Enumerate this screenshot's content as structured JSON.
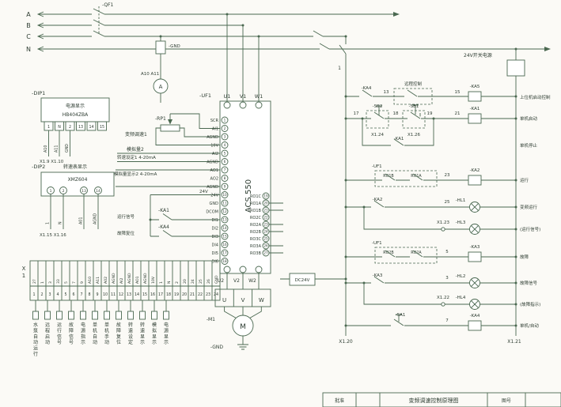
{
  "colors": {
    "ink": "#4a6850",
    "text": "#2f3e33",
    "bg": "#fbfaf6"
  },
  "labels": {
    "bus_a": "A",
    "bus_b": "B",
    "bus_c": "C",
    "bus_n": "N",
    "qf1": "-QF1",
    "ct_gnd": "-GND",
    "amm_ref": "A10 A11",
    "amm_sym": "A",
    "dip1_name": "-DIP1",
    "dip1_caption": "电源显示",
    "dip1_model": "HB404ZBA",
    "dip1_xref": "X1.9 X1.10",
    "dip2_name": "-DIP2",
    "dip2_caption": "转速表显示",
    "dip2_model": "XMZ604",
    "dip2_xref": "X1.15 X1.16",
    "rp1": "-RP1",
    "cap_freq": "变频调速1",
    "cap_analog2": "模拟量2",
    "cap_speedset": "转速设定1 4-20mA",
    "cap_analogdisp": "模拟量显示2 4-20mA",
    "cap_24v": "24V",
    "ka1": "-KA1",
    "ka4": "-KA4",
    "cap_di1": "运行信号",
    "cap_di3": "故障复位",
    "uf1": "-UF1",
    "acs": "ACS 550",
    "m1": "-M1",
    "motor_m": "M",
    "motor_gnd": "-GND",
    "wire1": "1",
    "x120": "X1.20",
    "x121": "X1.21",
    "psu": "24V开关电源",
    "dc24v": "DC24V",
    "r1_ka4": "-KA4",
    "r1_13": "13",
    "r1_remote": "远程控制",
    "r1_15": "15",
    "r1_ka5": "-KA5",
    "r1_cap": "上位机启动控制",
    "r2_17": "17",
    "r2_sb2": "-SB2",
    "r2_x124": "X1.24",
    "r2_18": "18",
    "r2_sb1": "-SB1",
    "r2_x126": "X1.26",
    "r2_19": "19",
    "r2_21": "21",
    "r2_ka1": "-KA1",
    "r2_cap": "单机启动",
    "r2b_ka1": "-KA1",
    "r2b_cap": "单机停止",
    "r3_uf1": "-UF1",
    "r3_c1": "RO1B",
    "r3_c2": "RO1A",
    "r3_23": "23",
    "r3_ka2": "-KA2",
    "r3_cap": "运行",
    "r4_ka2": "-KA2",
    "r4_25": "25",
    "r4_hl1": "-HL1",
    "r4_cap": "变频运行",
    "r4b_x123": "X1.23",
    "r4b_hl3": "-HL3",
    "r4b_cap": "(运行信号)",
    "r5_uf1": "-UF1",
    "r5_c1": "RO2B",
    "r5_c2": "RO2A",
    "r5_5": "5",
    "r5_ka3": "-KA3",
    "r5_cap": "故障",
    "r6_ka3": "-KA3",
    "r6_3": "3",
    "r6_hl2": "-HL2",
    "r6_cap": "故障信号",
    "r6b_x122": "X1.22",
    "r6b_hl4": "-HL4",
    "r6b_cap": "(故障指示)",
    "r7_sa1": "-SA1",
    "r7_7": "7",
    "r7_ka4": "-KA4",
    "r7_cap": "单机/自动",
    "tb_approve": "批准",
    "tb_title": "变频调速控制原理图",
    "tb_no": "图号"
  },
  "dip1": {
    "terminals": [
      "1",
      "N",
      "2",
      "13",
      "14",
      "15"
    ],
    "wire_labels": [
      "A10",
      "A11",
      "GND"
    ]
  },
  "dip2": {
    "terminals": [
      "1",
      "2",
      "13",
      "14"
    ],
    "wire_labels": [
      "1",
      "N",
      "A01",
      "AGND"
    ]
  },
  "drive": {
    "top_ports": [
      "U1",
      "V1",
      "W1"
    ],
    "bottom_ports": [
      "U2",
      "V2",
      "W2"
    ],
    "output_phases": [
      "U",
      "V",
      "W"
    ],
    "left_terminals": [
      {
        "num": "1",
        "label": "SCR"
      },
      {
        "num": "2",
        "label": "AI1"
      },
      {
        "num": "3",
        "label": "AGND"
      },
      {
        "num": "4",
        "label": "10V"
      },
      {
        "num": "5",
        "label": "AI2"
      },
      {
        "num": "6",
        "label": "AGND"
      },
      {
        "num": "7",
        "label": "AO1"
      },
      {
        "num": "8",
        "label": "AO2"
      },
      {
        "num": "9",
        "label": "AGND"
      },
      {
        "num": "10",
        "label": "24V"
      },
      {
        "num": "11",
        "label": "GND"
      },
      {
        "num": "12",
        "label": "DCOM"
      },
      {
        "num": "13",
        "label": "DI1"
      },
      {
        "num": "14",
        "label": "DI2"
      },
      {
        "num": "15",
        "label": "DI3"
      },
      {
        "num": "16",
        "label": "DI4"
      },
      {
        "num": "17",
        "label": "DI5"
      },
      {
        "num": "18",
        "label": "DI6"
      }
    ],
    "right_terminals": [
      {
        "num": "19",
        "label": "RO1C"
      },
      {
        "num": "20",
        "label": "RO1A"
      },
      {
        "num": "21",
        "label": "RO1B"
      },
      {
        "num": "22",
        "label": "RO2C"
      },
      {
        "num": "23",
        "label": "RO2A"
      },
      {
        "num": "24",
        "label": "RO2B"
      },
      {
        "num": "25",
        "label": "RO3C"
      },
      {
        "num": "26",
        "label": "RO3A"
      },
      {
        "num": "27",
        "label": "RO3B"
      }
    ]
  },
  "x1_strip": {
    "title": "X1",
    "wire_labels": [
      "27",
      "1",
      "3",
      "33",
      "5",
      "7",
      "9",
      "A10",
      "A11",
      "A02",
      "AGND",
      "AI2",
      "AGND",
      "AO1",
      "AGND",
      "10V",
      "1",
      "N",
      "2",
      "20",
      "24",
      "25",
      "26",
      "GND"
    ],
    "terminal_numbers": [
      "1",
      "2",
      "3",
      "4",
      "5",
      "6",
      "7",
      "8",
      "9",
      "10",
      "11",
      "12",
      "13",
      "14",
      "15",
      "16",
      "17",
      "18",
      "19",
      "20",
      "21",
      "22",
      "23",
      "24"
    ],
    "signal_labels": [
      "水泵自动运行",
      "远程启动",
      "运行信号",
      "故障信号",
      "电源指示",
      "单机自动",
      "单机手动",
      "故障复位",
      "转速设定",
      "转速显示",
      "模拟显示",
      "电源显示"
    ]
  }
}
